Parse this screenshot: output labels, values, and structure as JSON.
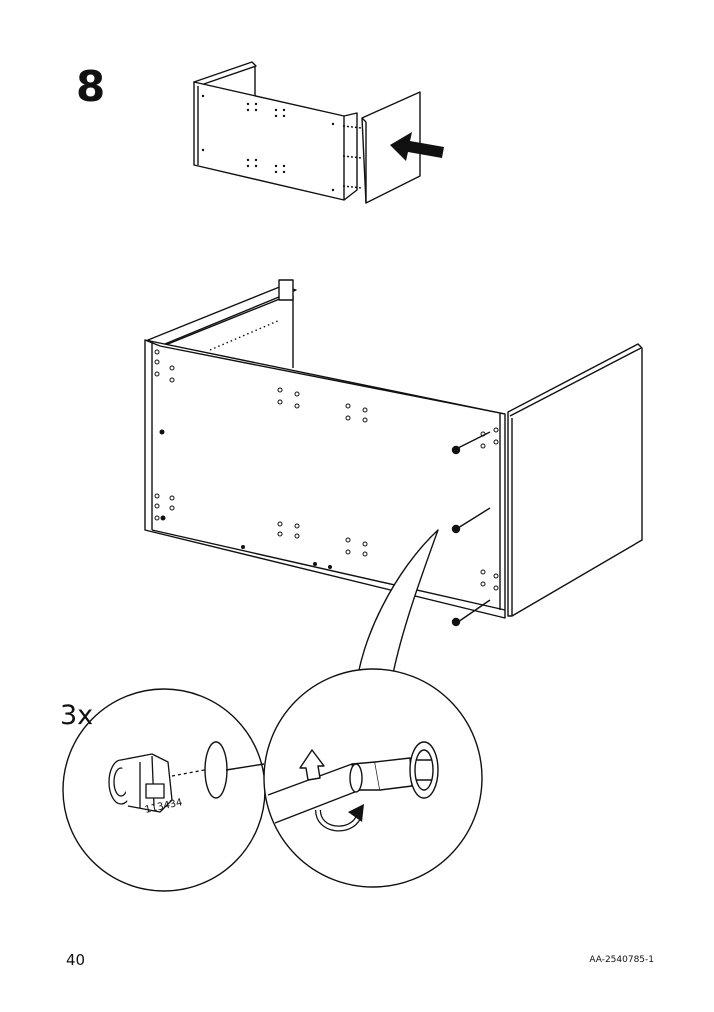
{
  "step": {
    "number": "8"
  },
  "detail": {
    "quantity": "3x",
    "part_number": "113434"
  },
  "footer": {
    "page_number": "40",
    "document_code": "AA-2540785-1"
  }
}
